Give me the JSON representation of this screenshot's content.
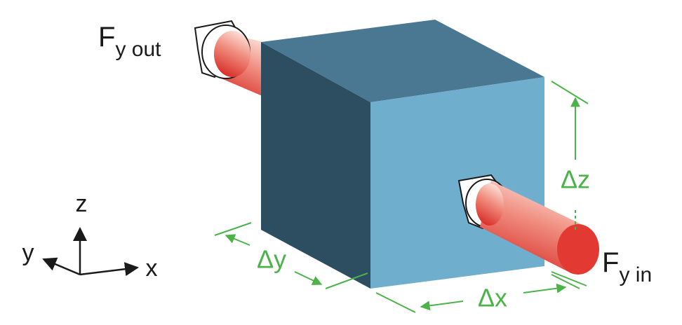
{
  "labels": {
    "flux_out_main": "F",
    "flux_out_sub": "y out",
    "flux_in_main": "F",
    "flux_in_sub": "y in",
    "dx": "Δx",
    "dy": "Δy",
    "dz": "Δz",
    "axis_x": "x",
    "axis_y": "y",
    "axis_z": "z"
  },
  "colors": {
    "cube_top": "#4a7892",
    "cube_left": "#2d4d61",
    "cube_front": "#70aece",
    "dimension_green": "#4bb34a",
    "tube_red": "#e23a33",
    "tube_highlight": "#fbe0d8",
    "text": "#1a1a1a"
  }
}
